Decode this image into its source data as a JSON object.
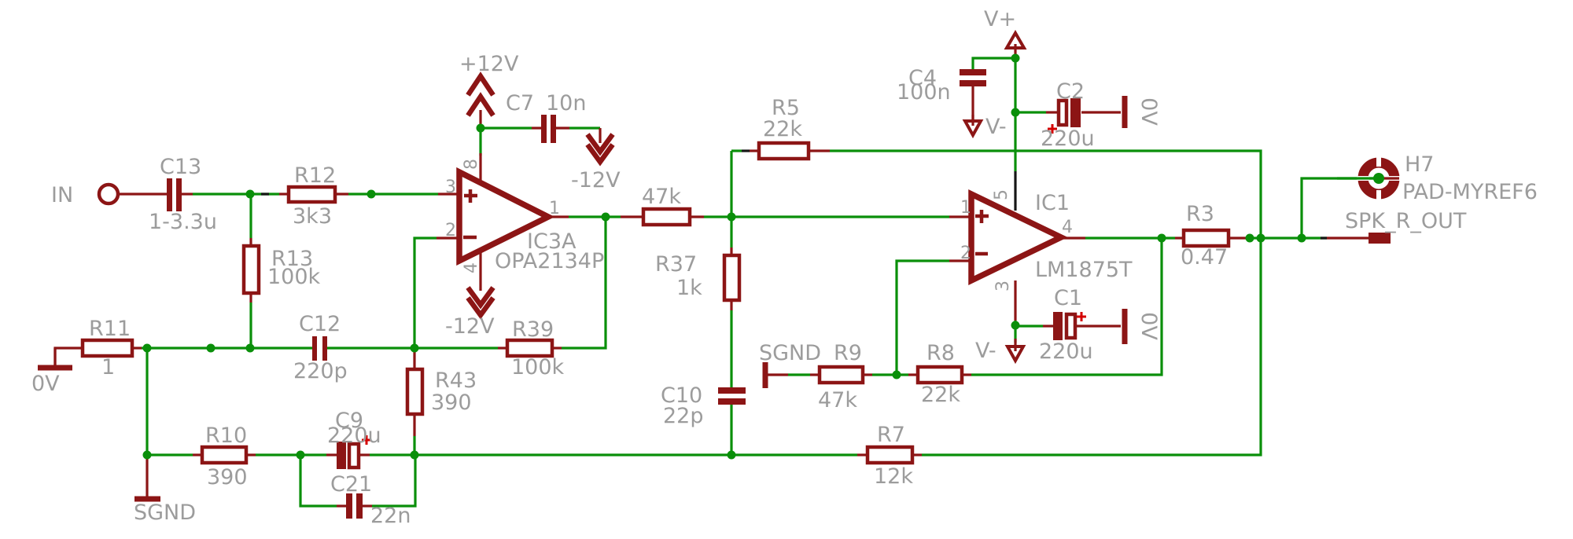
{
  "colors": {
    "wire": "#0a8f0a",
    "symbol": "#8c1515",
    "text": "#9c9c9c",
    "plus_mark": "#d40000",
    "background": "#ffffff"
  },
  "labels": {
    "in": "IN",
    "spk_out": "SPK_R_OUT",
    "sgnd_left": "SGND",
    "sgnd_r9": "SGND",
    "p12": "+12V",
    "n12_c7": "-12V",
    "n12_ic3": "-12V",
    "vplus": "V+",
    "vminus_c4": "V-",
    "vminus_ic1": "V-",
    "zero_left": "0V",
    "zero_c2": "0V",
    "zero_c1": "0V"
  },
  "components": {
    "C13": {
      "name": "C13",
      "value": "1-3.3u"
    },
    "R12": {
      "name": "R12",
      "value": "3k3"
    },
    "R13": {
      "name": "R13",
      "value": "100k"
    },
    "R11": {
      "name": "R11",
      "value": "1"
    },
    "C12": {
      "name": "C12",
      "value": "220p"
    },
    "R10": {
      "name": "R10",
      "value": "390"
    },
    "C9": {
      "name": "C9",
      "value": "220u"
    },
    "C21": {
      "name": "C21",
      "value": "22n"
    },
    "R43": {
      "name": "R43",
      "value": "390"
    },
    "R39": {
      "name": "R39",
      "value": "100k"
    },
    "C7": {
      "name": "C7",
      "value": "10n"
    },
    "R47K": {
      "name": "",
      "value": "47k"
    },
    "R5": {
      "name": "R5",
      "value": "22k"
    },
    "R37": {
      "name": "R37",
      "value": "1k"
    },
    "C10": {
      "name": "C10",
      "value": "22p"
    },
    "R9": {
      "name": "R9",
      "value": "47k"
    },
    "R8": {
      "name": "R8",
      "value": "22k"
    },
    "R7": {
      "name": "R7",
      "value": "12k"
    },
    "C4": {
      "name": "C4",
      "value": "100n"
    },
    "C2": {
      "name": "C2",
      "value": "220u"
    },
    "C1": {
      "name": "C1",
      "value": "220u"
    },
    "R3": {
      "name": "R3",
      "value": "0.47"
    },
    "IC3A": {
      "name": "IC3A",
      "part": "OPA2134P",
      "pins": {
        "noninv": "3",
        "inv": "2",
        "out": "1",
        "vpos": "8",
        "vneg": "4"
      }
    },
    "IC1": {
      "name": "IC1",
      "part": "LM1875T",
      "pins": {
        "noninv": "1",
        "inv": "2",
        "out": "4",
        "vpos": "5",
        "vneg": "3"
      }
    },
    "H7": {
      "name": "H7",
      "value": "PAD-MYREF6"
    }
  }
}
